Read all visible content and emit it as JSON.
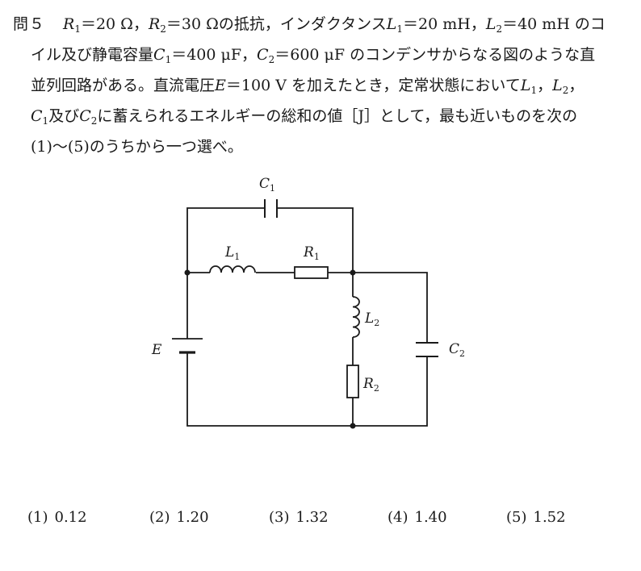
{
  "question": {
    "number": "問５",
    "line1_a": "R",
    "line1_b": "1",
    "line1_c": "＝20 Ω，",
    "line1_d": "R",
    "line1_e": "2",
    "line1_f": "＝30 Ωの抵抗，インダクタンス",
    "line1_g": "L",
    "line1_h": "1",
    "line1_i": "＝20 mH，",
    "line1_j": "L",
    "line1_k": "2",
    "line1_l": "＝40 mH のコ",
    "line2_a": "イル及び静電容量",
    "line2_b": "C",
    "line2_c": "1",
    "line2_d": "＝400 μF，",
    "line2_e": "C",
    "line2_f": "2",
    "line2_g": "＝600 μF のコンデンサからなる図のような直",
    "line3_a": "並列回路がある。直流電圧",
    "line3_b": "E",
    "line3_c": "＝100 V を加えたとき，定常状態において",
    "line3_d": "L",
    "line3_e": "1",
    "line3_f": "，",
    "line3_g": "L",
    "line3_h": "2",
    "line3_i": "，",
    "line4_a": "C",
    "line4_b": "1",
    "line4_c": "及び",
    "line4_d": "C",
    "line4_e": "2",
    "line4_f": "に蓄えられるエネルギーの総和の値［J］として，最も近いものを次の",
    "line5": "(1)〜(5)のうちから一つ選べ。"
  },
  "circuit": {
    "label_c1": "C",
    "label_c1_sub": "1",
    "label_l1": "L",
    "label_l1_sub": "1",
    "label_r1": "R",
    "label_r1_sub": "1",
    "label_l2": "L",
    "label_l2_sub": "2",
    "label_r2": "R",
    "label_r2_sub": "2",
    "label_c2": "C",
    "label_c2_sub": "2",
    "label_e": "E"
  },
  "choices": [
    {
      "num": "(1)",
      "value": "0.12"
    },
    {
      "num": "(2)",
      "value": "1.20"
    },
    {
      "num": "(3)",
      "value": "1.32"
    },
    {
      "num": "(4)",
      "value": "1.40"
    },
    {
      "num": "(5)",
      "value": "1.52"
    }
  ]
}
